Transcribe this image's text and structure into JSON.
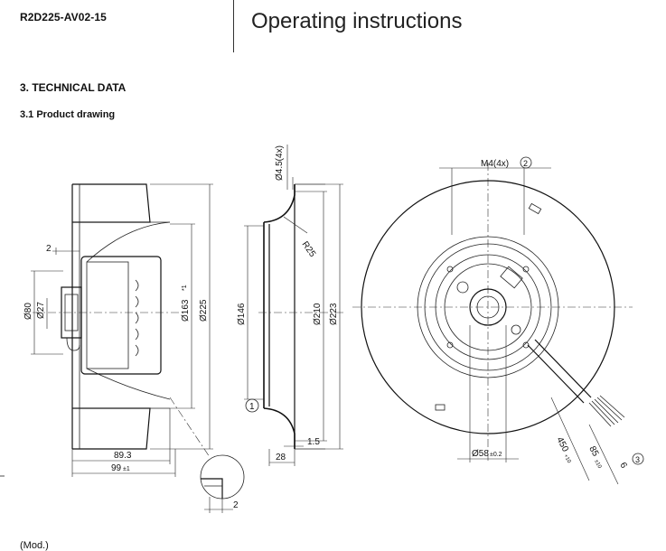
{
  "header": {
    "model": "R2D225-AV02-15",
    "title": "Operating instructions"
  },
  "section": {
    "heading": "3. TECHNICAL DATA",
    "subheading": "3.1 Product drawing"
  },
  "side_view": {
    "dim_2_top": "2",
    "dim_80": "Ø80",
    "dim_27": "Ø27",
    "dim_163": "Ø163",
    "dim_163_note": "*1",
    "dim_225": "Ø225",
    "dim_89_3": "89.3",
    "dim_99": "99",
    "dim_99_tol": "±1"
  },
  "detail_view": {
    "dim_2": "2"
  },
  "section_view": {
    "dim_4_5": "Ø4.5(4x)",
    "dim_r25": "R25",
    "dim_146": "Ø146",
    "dim_210": "Ø210",
    "dim_223": "Ø223",
    "marker_1": "1",
    "dim_1_5": "1.5",
    "dim_28": "28"
  },
  "front_view": {
    "m4_label": "M4(4x)",
    "marker_2": "2",
    "dim_58": "Ø58",
    "dim_58_tol": "±0.2",
    "dim_450": "450",
    "dim_450_tol": "+10",
    "dim_85": "85",
    "dim_85_tol": "±10",
    "dim_6": "6",
    "marker_3": "3"
  },
  "footer": {
    "cut_text": "(Mod.)"
  }
}
